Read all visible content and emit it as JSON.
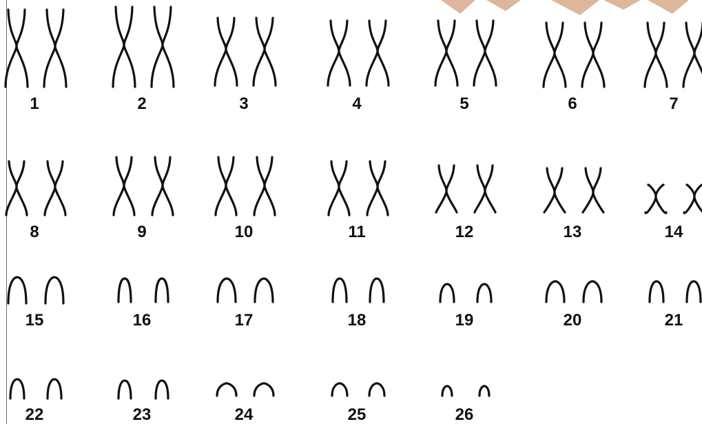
{
  "figure": {
    "watermark_color": "#d7a98a",
    "stroke_color": "#111111",
    "rows": [
      {
        "kind": "metacentric",
        "pairs": [
          {
            "label": "1"
          },
          {
            "label": "2"
          },
          {
            "label": "3"
          },
          {
            "label": "4"
          },
          {
            "label": "5"
          },
          {
            "label": "6"
          },
          {
            "label": "7"
          }
        ]
      },
      {
        "kind": "metacentric",
        "pairs": [
          {
            "label": "8"
          },
          {
            "label": "9"
          },
          {
            "label": "10"
          },
          {
            "label": "11"
          },
          {
            "label": "12"
          },
          {
            "label": "13"
          },
          {
            "label": "14"
          }
        ]
      },
      {
        "kind": "acrocentric",
        "pairs": [
          {
            "label": "15"
          },
          {
            "label": "16"
          },
          {
            "label": "17"
          },
          {
            "label": "18"
          },
          {
            "label": "19"
          },
          {
            "label": "20"
          },
          {
            "label": "21"
          }
        ]
      },
      {
        "kind": "acrocentric",
        "pairs": [
          {
            "label": "22"
          },
          {
            "label": "23"
          },
          {
            "label": "24"
          },
          {
            "label": "25"
          },
          {
            "label": "26"
          }
        ]
      }
    ]
  }
}
